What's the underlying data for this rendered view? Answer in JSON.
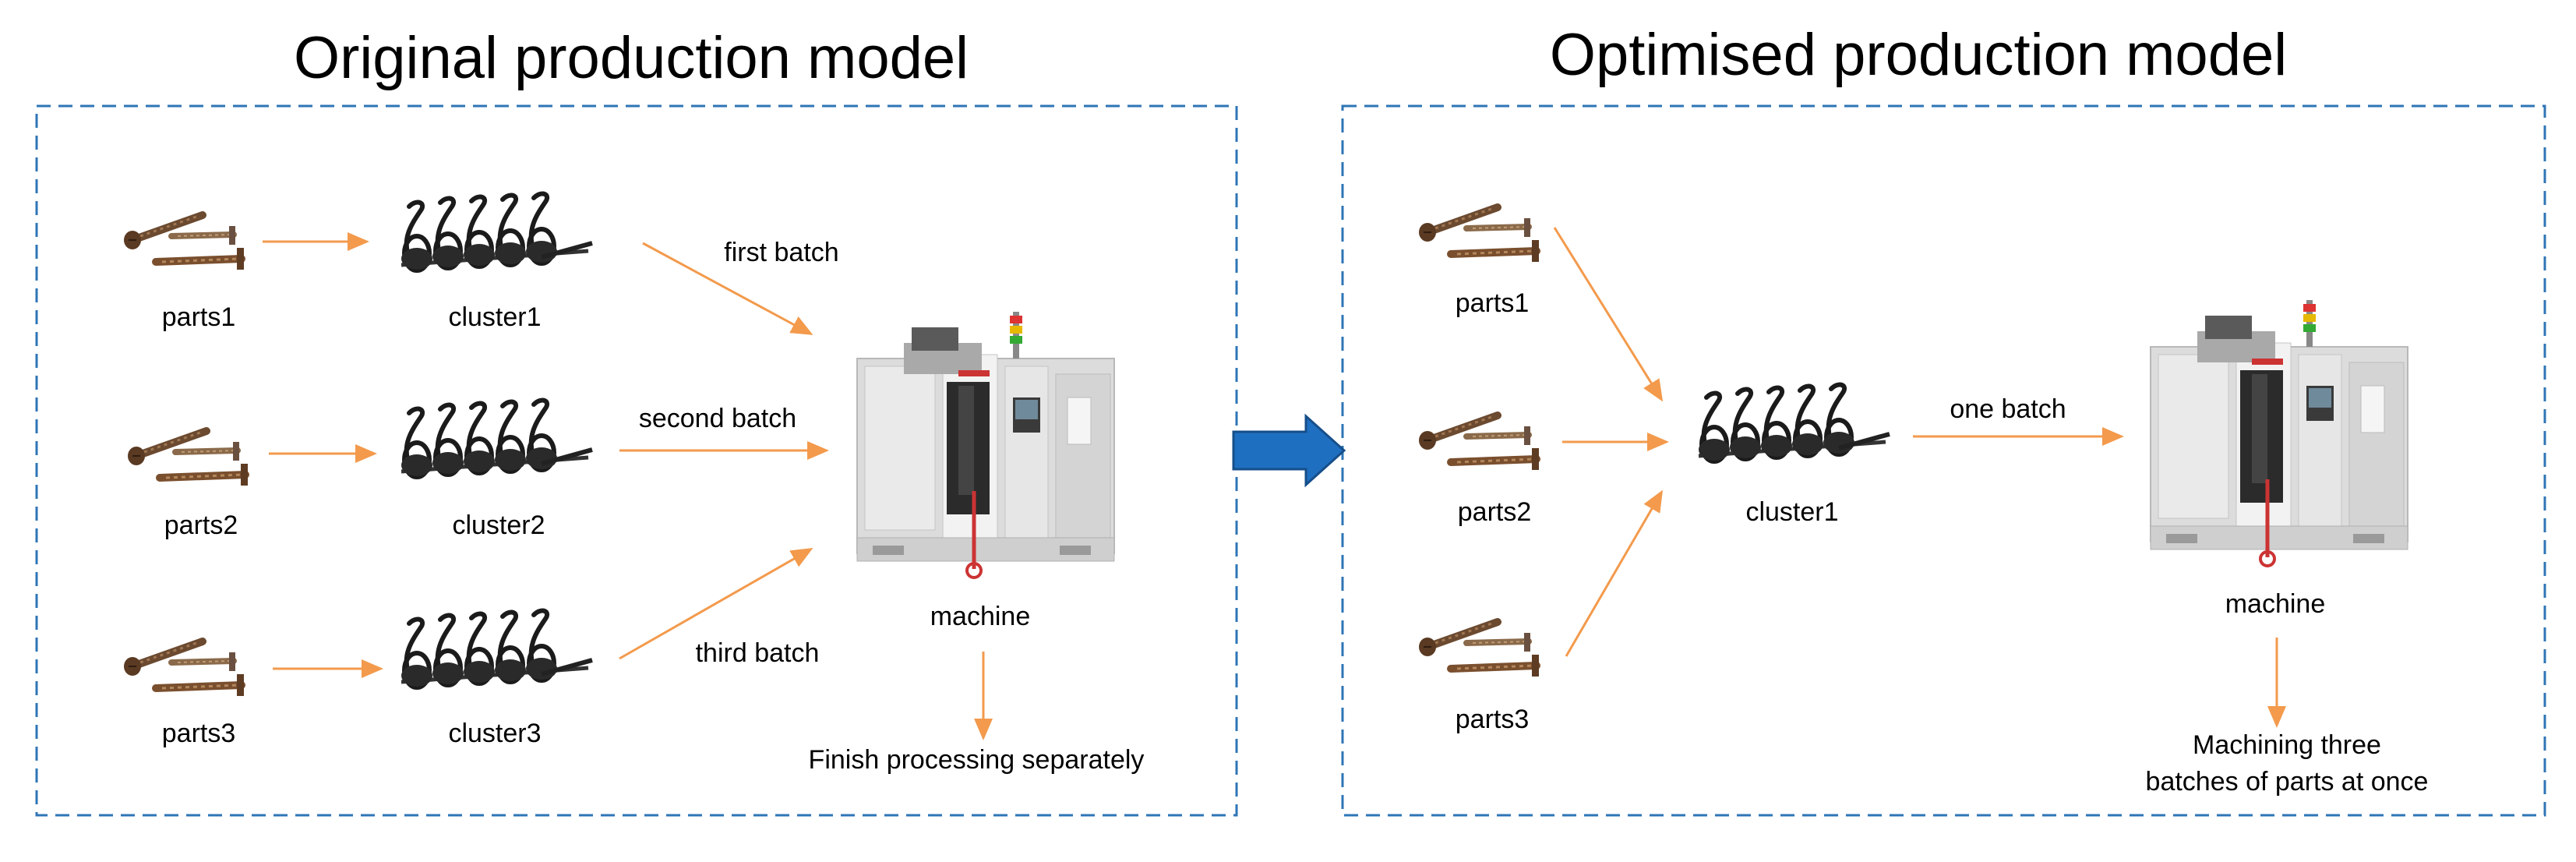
{
  "colors": {
    "frame": "#2e75b6",
    "arrow": "#f4a460",
    "transition_arrow": "#1f6fc1"
  },
  "left_panel": {
    "title": "Original production model",
    "parts": [
      "parts1",
      "parts2",
      "parts3"
    ],
    "clusters": [
      "cluster1",
      "cluster2",
      "cluster3"
    ],
    "batches": [
      "first batch",
      "second batch",
      "third batch"
    ],
    "machine_label": "machine",
    "result": "Finish processing separately"
  },
  "right_panel": {
    "title": "Optimised production model",
    "parts": [
      "parts1",
      "parts2",
      "parts3"
    ],
    "cluster": "cluster1",
    "batch": "one batch",
    "machine_label": "machine",
    "result_line1": "Machining three",
    "result_line2": "batches of parts at once"
  },
  "icons": {
    "part": "screw-icon",
    "cluster": "spring-cluster-icon",
    "machine": "cnc-machine-icon"
  }
}
